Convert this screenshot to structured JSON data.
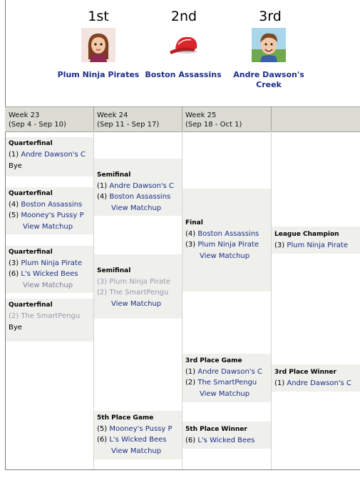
{
  "podium": {
    "first": {
      "place": "1st",
      "team": "Plum Ninja Pirates"
    },
    "second": {
      "place": "2nd",
      "team": "Boston Assassins"
    },
    "third": {
      "place": "3rd",
      "team": "Andre Dawson's Creek"
    }
  },
  "weeks": [
    {
      "label": "Week 23",
      "dates": "(Sep 4 - Sep 10)"
    },
    {
      "label": "Week 24",
      "dates": "(Sep 11 - Sep 17)"
    },
    {
      "label": "Week 25",
      "dates": "(Sep 18 - Oct 1)"
    }
  ],
  "qf1": {
    "title": "Quarterfinal",
    "t1_seed": "(1)",
    "t1": "Andre Dawson's C",
    "bye": "Bye"
  },
  "qf2": {
    "title": "Quarterfinal",
    "t1_seed": "(4)",
    "t1": "Boston Assassins",
    "t2_seed": "(5)",
    "t2": "Mooney's Pussy P",
    "link": "View Matchup"
  },
  "qf3": {
    "title": "Quarterfinal",
    "t1_seed": "(3)",
    "t1": "Plum Ninja Pirate",
    "t2_seed": "(6)",
    "t2": "L's Wicked Bees",
    "link": "View Matchup"
  },
  "qf4": {
    "title": "Quarterfinal",
    "t1_seed": "(2)",
    "t1": "The SmartPengu",
    "bye": "Bye"
  },
  "sf1": {
    "title": "Semifinal",
    "t1_seed": "(1)",
    "t1": "Andre Dawson's C",
    "t2_seed": "(4)",
    "t2": "Boston Assassins",
    "link": "View Matchup"
  },
  "sf2": {
    "title": "Semifinal",
    "t1_seed": "(3)",
    "t1": "Plum Ninja Pirate",
    "t2_seed": "(2)",
    "t2": "The SmartPengu",
    "link": "View Matchup"
  },
  "final": {
    "title": "Final",
    "t1_seed": "(4)",
    "t1": "Boston Assassins",
    "t2_seed": "(3)",
    "t2": "Plum Ninja Pirate",
    "link": "View Matchup"
  },
  "champ": {
    "title": "League Champion",
    "t1_seed": "(3)",
    "t1": "Plum Ninja Pirate"
  },
  "third_game": {
    "title": "3rd Place Game",
    "t1_seed": "(1)",
    "t1": "Andre Dawson's C",
    "t2_seed": "(2)",
    "t2": "The SmartPengu",
    "link": "View Matchup"
  },
  "third_winner": {
    "title": "3rd Place Winner",
    "t1_seed": "(1)",
    "t1": "Andre Dawson's C"
  },
  "fifth_game": {
    "title": "5th Place Game",
    "t1_seed": "(5)",
    "t1": "Mooney's Pussy P",
    "t2_seed": "(6)",
    "t2": "L's Wicked Bees",
    "link": "View Matchup"
  },
  "fifth_winner": {
    "title": "5th Place Winner",
    "t1_seed": "(6)",
    "t1": "L's Wicked Bees"
  },
  "colors": {
    "link": "#1c2f87",
    "box": "#efefeb",
    "header": "#dcdcd5",
    "dim": "#8a8aa8"
  }
}
